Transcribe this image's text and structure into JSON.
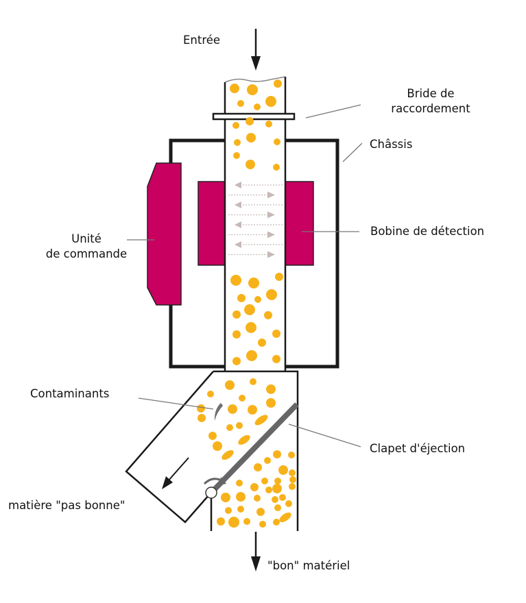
{
  "title": "Détecteur de métaux — principe de fonctionnement",
  "colors": {
    "outline": "#1a1a1a",
    "coil": "#c8005f",
    "particle": "#f7b21b",
    "field_arrow": "#c7b9b8",
    "flap": "#666666",
    "leader": "#777777",
    "contaminant": "#6f6f6f"
  },
  "labels": {
    "inlet": "Entrée",
    "flange_line1": "Bride de",
    "flange_line2": "raccordement",
    "frame": "Châssis",
    "control_unit_line1": "Unité",
    "control_unit_line2": "de commande",
    "detection_coil": "Bobine de détection",
    "contaminants": "Contaminants",
    "reject_flap": "Clapet d'éjection",
    "bad_material": "matière \"pas bonne\"",
    "good_material": "\"bon\" matériel"
  }
}
